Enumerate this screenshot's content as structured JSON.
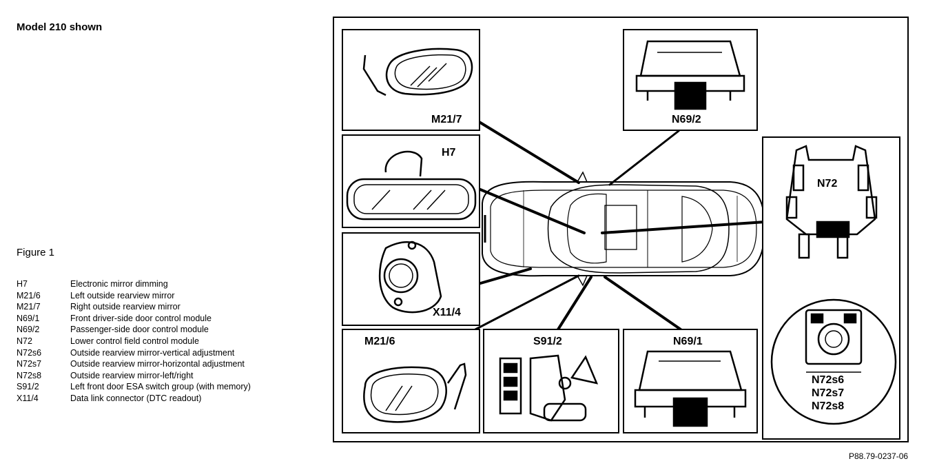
{
  "title": "Model 210 shown",
  "figure_label": "Figure 1",
  "legend": [
    {
      "code": "H7",
      "desc": "Electronic mirror dimming"
    },
    {
      "code": "M21/6",
      "desc": "Left outside rearview mirror"
    },
    {
      "code": "M21/7",
      "desc": "Right outside rearview mirror"
    },
    {
      "code": "N69/1",
      "desc": "Front driver-side door control module"
    },
    {
      "code": "N69/2",
      "desc": "Passenger-side door control module"
    },
    {
      "code": "N72",
      "desc": "Lower control field control module"
    },
    {
      "code": "N72s6",
      "desc": "Outside rearview mirror-vertical adjustment"
    },
    {
      "code": "N72s7",
      "desc": "Outside rearview mirror-horizontal adjustment"
    },
    {
      "code": "N72s8",
      "desc": "Outside rearview mirror-left/right"
    },
    {
      "code": "S91/2",
      "desc": "Left front door ESA switch group (with memory)"
    },
    {
      "code": "X11/4",
      "desc": "Data link connector (DTC readout)"
    }
  ],
  "labels": {
    "m21_7": "M21/7",
    "n69_2": "N69/2",
    "h7": "H7",
    "n72": "N72",
    "x11_4": "X11/4",
    "m21_6": "M21/6",
    "s91_2": "S91/2",
    "n69_1": "N69/1",
    "n72s6": "N72s6",
    "n72s7": "N72s7",
    "n72s8": "N72s8"
  },
  "reference": "P88.79-0237-06"
}
